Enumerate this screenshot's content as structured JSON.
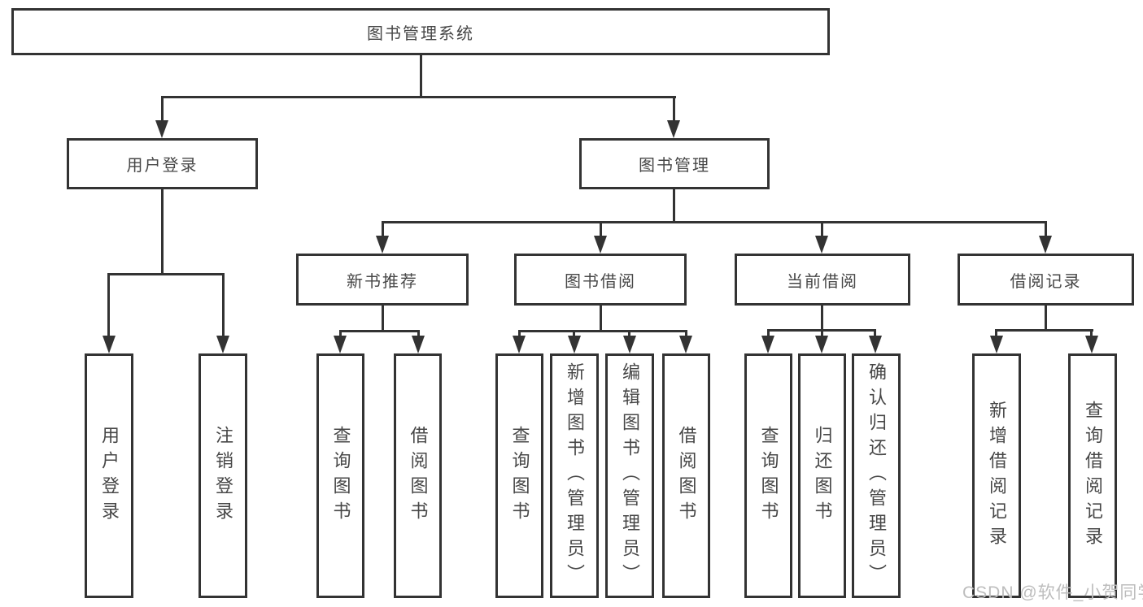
{
  "diagram": {
    "root": {
      "label": "图书管理系统"
    },
    "login_branch": {
      "label": "用户登录",
      "children": [
        {
          "label": "用户登录"
        },
        {
          "label": "注销登录"
        }
      ]
    },
    "mgmt_branch": {
      "label": "图书管理",
      "groups": [
        {
          "label": "新书推荐",
          "children": [
            {
              "label": "查询图书"
            },
            {
              "label": "借阅图书"
            }
          ]
        },
        {
          "label": "图书借阅",
          "children": [
            {
              "label": "查询图书"
            },
            {
              "label": "新增图书（管理员）"
            },
            {
              "label": "编辑图书（管理员）"
            },
            {
              "label": "借阅图书"
            }
          ]
        },
        {
          "label": "当前借阅",
          "children": [
            {
              "label": "查询图书"
            },
            {
              "label": "归还图书"
            },
            {
              "label": "确认归还（管理员）"
            }
          ]
        },
        {
          "label": "借阅记录",
          "children": [
            {
              "label": "新增借阅记录"
            },
            {
              "label": "查询借阅记录"
            }
          ]
        }
      ]
    }
  },
  "watermark": {
    "text": "CSDN @软件_小贺同学"
  },
  "colors": {
    "line": "#333333",
    "text": "#474747",
    "watermark": "#bdbdbd",
    "background": "#ffffff"
  }
}
